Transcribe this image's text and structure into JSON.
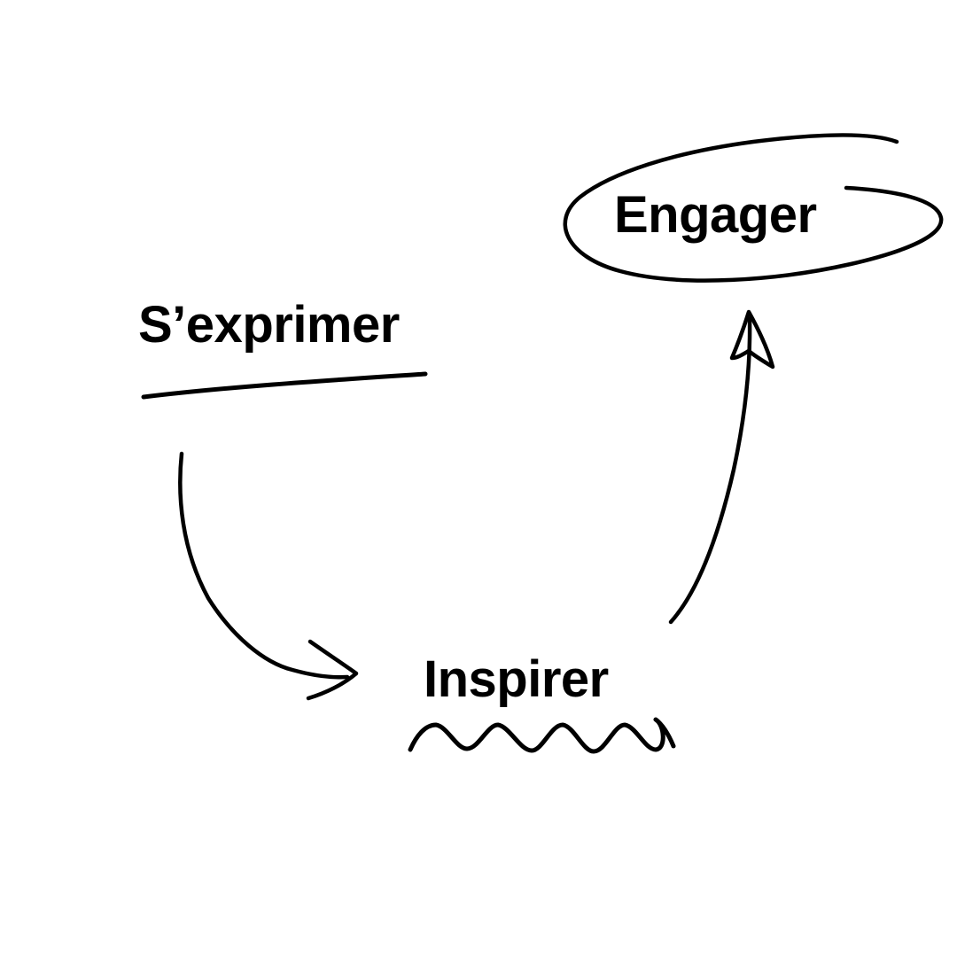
{
  "steps": [
    {
      "id": "sexprimer",
      "label": "S’exprimer",
      "decoration": "underline-line"
    },
    {
      "id": "inspirer",
      "label": "Inspirer",
      "decoration": "underline-zigzag"
    },
    {
      "id": "engager",
      "label": "Engager",
      "decoration": "ellipse"
    }
  ],
  "connections": [
    {
      "from": "sexprimer",
      "to": "inspirer",
      "style": "hand-drawn-arrow"
    },
    {
      "from": "inspirer",
      "to": "engager",
      "style": "hand-drawn-arrow"
    }
  ],
  "colors": {
    "background": "#ffffff",
    "ink": "#000000"
  }
}
